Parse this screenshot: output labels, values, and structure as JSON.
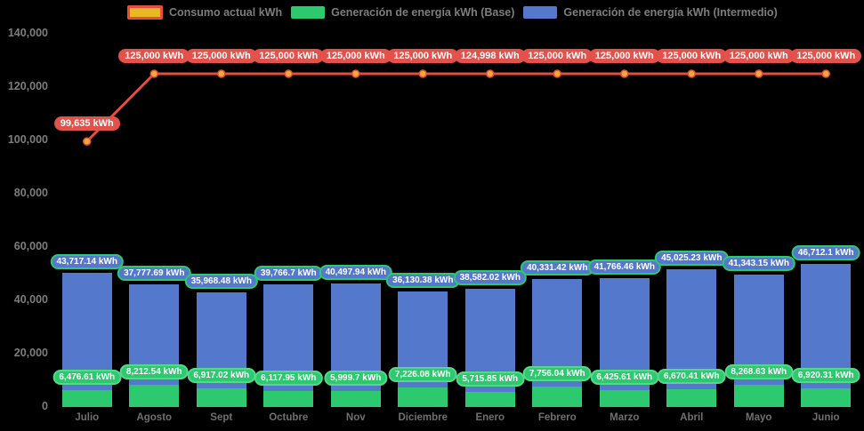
{
  "legend": {
    "items": [
      {
        "label": "Consumo actual kWh",
        "swatch": "line-swatch"
      },
      {
        "label": "Generación de energía kWh (Base)",
        "swatch": "base-swatch"
      },
      {
        "label": "Generación de energía kWh (Intermedio)",
        "swatch": "intermedio-swatch"
      }
    ]
  },
  "colors": {
    "line": "#e74c3c",
    "line_label_bg": "#e2514a",
    "marker_fill": "#f2a93b",
    "base_bar": "#2dc96f",
    "intermedio_bar": "#5378cc",
    "legend_line_swatch_fill": "#eab824",
    "axis_text": "#7d7d7d",
    "background": "#000000"
  },
  "chart_data": {
    "type": "bar",
    "subtype": "stacked-bar-with-line",
    "categories": [
      "Julio",
      "Agosto",
      "Sept",
      "Octubre",
      "Nov",
      "Diciembre",
      "Enero",
      "Febrero",
      "Marzo",
      "Abril",
      "Mayo",
      "Junio"
    ],
    "series": [
      {
        "name": "Consumo actual kWh",
        "type": "line",
        "values": [
          99635,
          125000,
          125000,
          125000,
          125000,
          125000,
          124998,
          125000,
          125000,
          125000,
          125000,
          125000
        ],
        "labels": [
          "99,635 kWh",
          "125,000 kWh",
          "125,000 kWh",
          "125,000 kWh",
          "125,000 kWh",
          "125,000 kWh",
          "124,998 kWh",
          "125,000 kWh",
          "125,000 kWh",
          "125,000 kWh",
          "125,000 kWh",
          "125,000 kWh"
        ]
      },
      {
        "name": "Generación de energía kWh (Base)",
        "type": "bar",
        "stack": "generacion",
        "values": [
          6476.61,
          8212.54,
          6917.02,
          6117.95,
          5999.7,
          7226.08,
          5715.85,
          7756.04,
          6425.61,
          6670.41,
          8268.63,
          6920.31
        ],
        "labels": [
          "6,476.61 kWh",
          "8,212.54 kWh",
          "6,917.02 kWh",
          "6,117.95 kWh",
          "5,999.7 kWh",
          "7,226.08 kWh",
          "5,715.85 kWh",
          "7,756.04 kWh",
          "6,425.61 kWh",
          "6,670.41 kWh",
          "8,268.63 kWh",
          "6,920.31 kWh"
        ]
      },
      {
        "name": "Generación de energía kWh (Intermedio)",
        "type": "bar",
        "stack": "generacion",
        "values": [
          43717.14,
          37777.69,
          35968.48,
          39766.7,
          40497.94,
          36130.38,
          38582.02,
          40331.42,
          41766.46,
          45025.23,
          41343.15,
          46712.1
        ],
        "labels": [
          "43,717.14 kWh",
          "37,777.69 kWh",
          "35,968.48 kWh",
          "39,766.7 kWh",
          "40,497.94 kWh",
          "36,130.38 kWh",
          "38,582.02 kWh",
          "40,331.42 kWh",
          "41,766.46 kWh",
          "45,025.23 kWh",
          "41,343.15 kWh",
          "46,712.1 kWh"
        ]
      }
    ],
    "title": "",
    "xlabel": "",
    "ylabel": "",
    "ylim": [
      0,
      140000
    ],
    "ytick_interval": 20000,
    "ytick_labels": [
      "0",
      "20,000",
      "40,000",
      "60,000",
      "80,000",
      "100,000",
      "120,000",
      "140,000"
    ],
    "grid": false,
    "legend_position": "top"
  }
}
